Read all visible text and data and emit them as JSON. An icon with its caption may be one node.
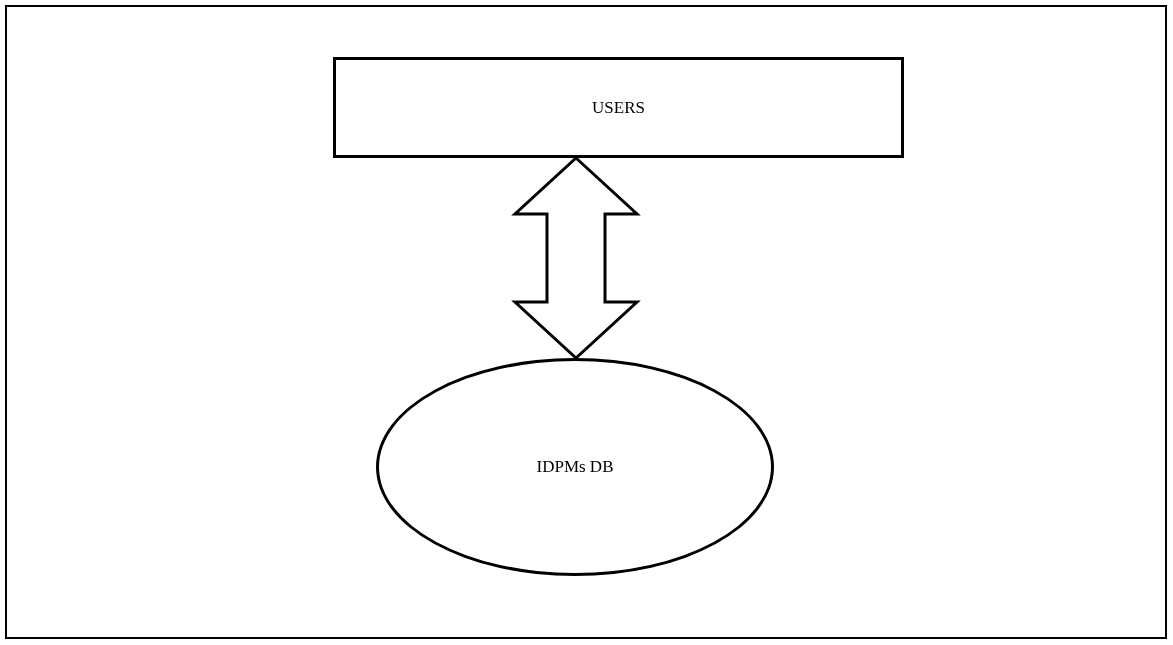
{
  "diagram": {
    "nodes": [
      {
        "text": [
          "USERS"
        ]
      },
      {
        "text": [
          "IDPMs DB"
        ]
      }
    ],
    "edges": [
      {
        "from": 0,
        "to": 1,
        "arrow": "both"
      }
    ]
  }
}
